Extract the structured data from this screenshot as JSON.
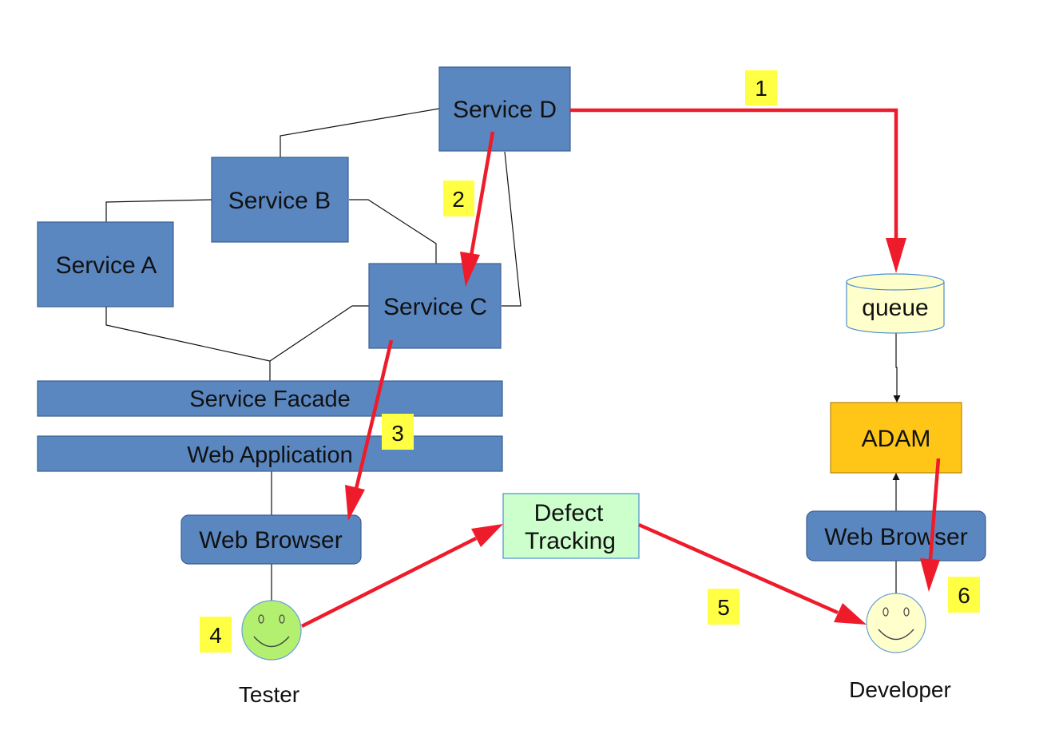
{
  "services": {
    "service_d": "Service D",
    "service_b": "Service B",
    "service_a": "Service A",
    "service_c": "Service C"
  },
  "layers": {
    "service_facade": "Service Facade",
    "web_application": "Web Application"
  },
  "tester_side": {
    "web_browser": "Web Browser",
    "actor": "Tester"
  },
  "defect_tracking": {
    "line1": "Defect",
    "line2": "Tracking"
  },
  "developer_side": {
    "queue": "queue",
    "adam": "ADAM",
    "web_browser": "Web Browser",
    "actor": "Developer"
  },
  "steps": [
    "1",
    "2",
    "3",
    "4",
    "5",
    "6"
  ],
  "colors": {
    "service_blue": "#5b87c0",
    "flow_red": "#ee1c2b",
    "badge_yellow": "#ffff44",
    "adam_orange": "#ffc617",
    "defect_green": "#ccffcc",
    "queue_cream": "#ffffcc",
    "tester_face": "#b4f070",
    "developer_face": "#ffffcc"
  },
  "icons": {
    "tester": "smiley-face-icon",
    "developer": "smiley-face-icon",
    "queue": "database-cylinder-icon"
  }
}
